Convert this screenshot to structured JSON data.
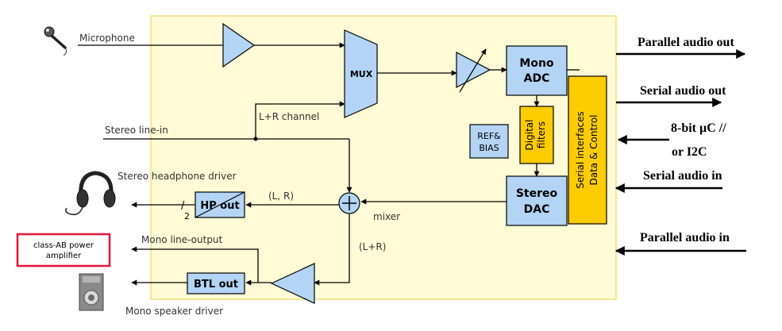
{
  "colors": {
    "chip_bg": "#fffbd6",
    "chip_border": "#f2df7a",
    "block_blue": "#b3d4f5",
    "block_yellow": "#ffcc00",
    "line": "#000000",
    "amp_border": "#e8163a"
  },
  "icons": [
    "microphone-icon",
    "headphone-icon",
    "speaker-icon"
  ],
  "labels": {
    "microphone": "Microphone",
    "stereo_line_in": "Stereo line-in",
    "lr_channel": "L+R channel",
    "mux": "MUX",
    "mono_adc_1": "Mono",
    "mono_adc_2": "ADC",
    "digital_filters_1": "Digital",
    "digital_filters_2": "filters",
    "ref_bias_1": "REF&",
    "ref_bias_2": "BIAS",
    "stereo_dac_1": "Stereo",
    "stereo_dac_2": "DAC",
    "serial_if_1": "Serial interfaces",
    "serial_if_2": "Data & Control",
    "mixer": "mixer",
    "lr_paren": "(L, R)",
    "lr_sum": "(L+R)",
    "hp_driver": "Stereo headphone driver",
    "hp_out": "HP out",
    "hp_slash": "/",
    "hp_two": "2",
    "mono_line_out": "Mono line-output",
    "btl_out": "BTL out",
    "mono_speaker": "Mono speaker driver",
    "amp_1": "class-AB power",
    "amp_2": "amplifier"
  },
  "io": {
    "parallel_out": "Parallel audio out",
    "serial_out": "Serial audio out",
    "uc_1": "8-bit µC //",
    "uc_2": "or I2C",
    "serial_in": "Serial audio in",
    "parallel_in": "Parallel audio in"
  }
}
